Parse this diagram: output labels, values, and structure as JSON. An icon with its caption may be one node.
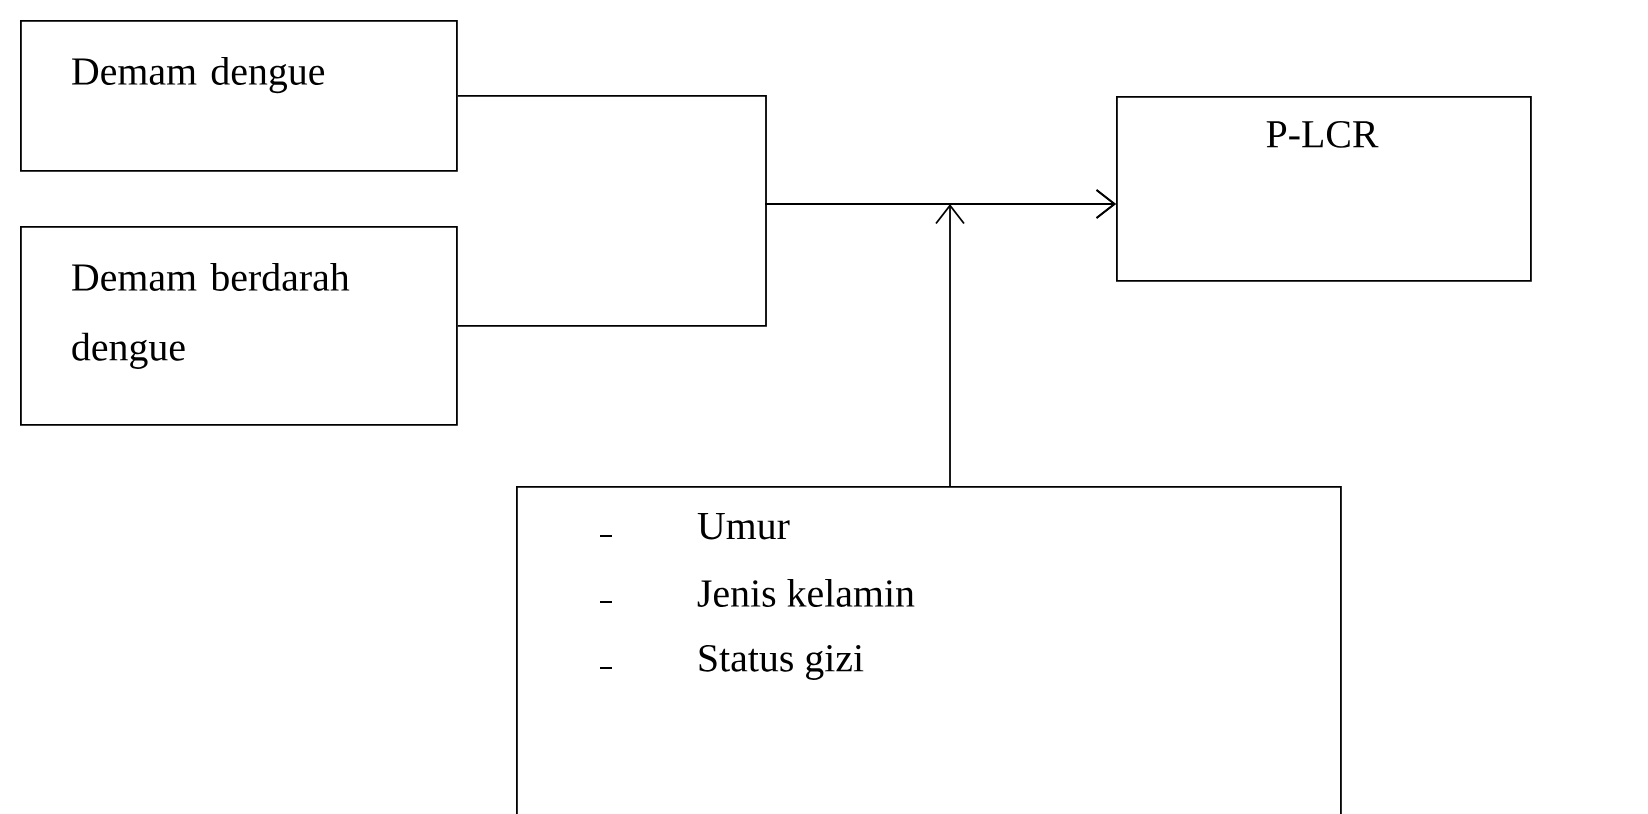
{
  "diagram": {
    "nodes": [
      {
        "text": [
          "Demam dengue"
        ]
      },
      {
        "text": [
          "Demam berdarah dengue"
        ]
      },
      {
        "text": [
          "P-LCR"
        ]
      },
      {
        "text": [
          "Umur",
          "Jenis kelamin",
          "Status gizi"
        ]
      }
    ],
    "edges": [
      {
        "from": 0,
        "to": 2,
        "arrow": "to"
      },
      {
        "from": 1,
        "to": 2,
        "arrow": "to"
      },
      {
        "from": 3,
        "to": null,
        "arrow": "to"
      }
    ]
  }
}
